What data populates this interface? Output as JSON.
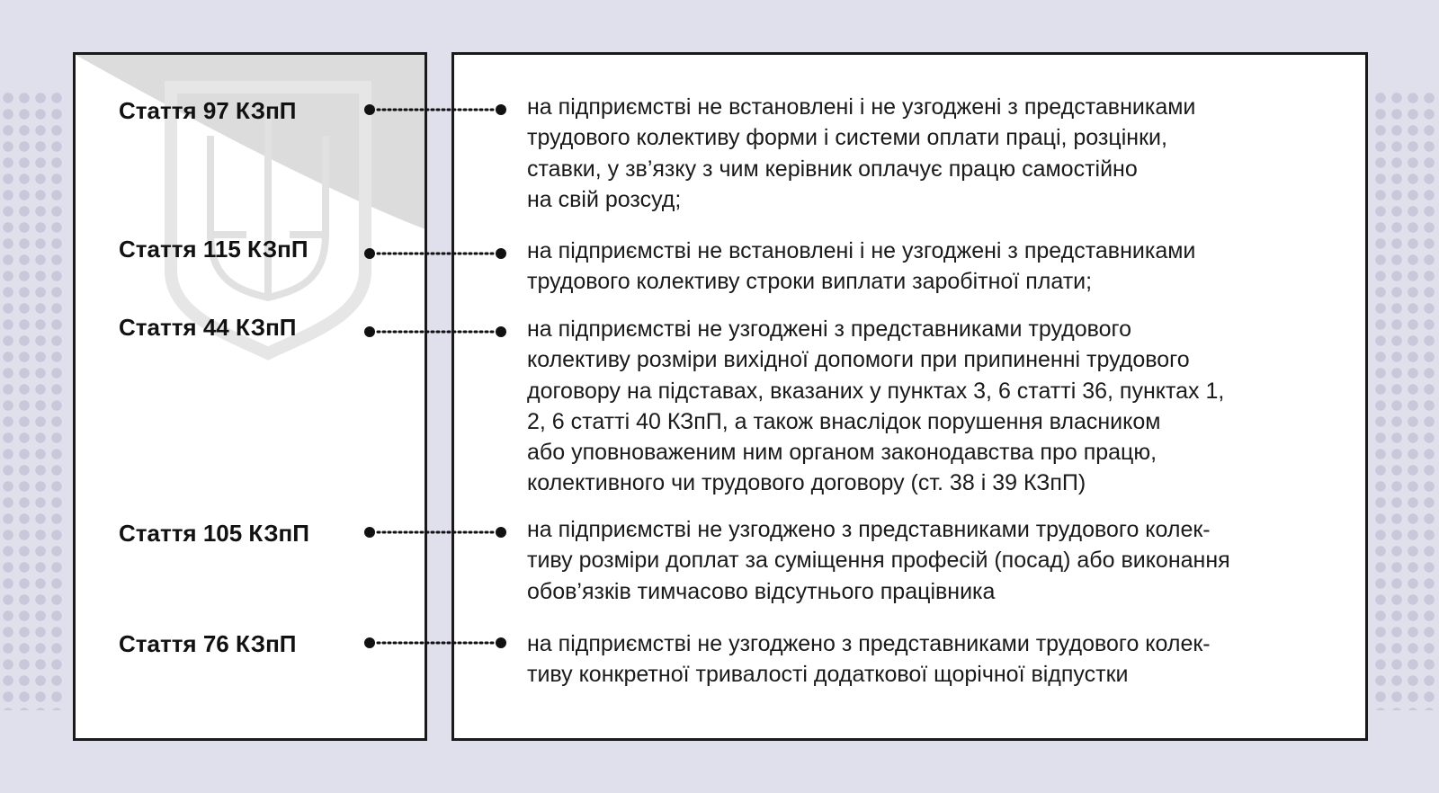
{
  "rows": [
    {
      "article": "Стаття 97 КЗпП",
      "lines": [
        "на підприємстві не встановлені і не узгоджені з представниками",
        "трудового колективу форми і системи оплати праці, розцінки,",
        "ставки, у зв’язку з чим керівник оплачує працю самостійно",
        "на свій розсуд;"
      ]
    },
    {
      "article": "Стаття 115 КЗпП",
      "lines": [
        "на підприємстві не встановлені і не узгоджені з представниками",
        "трудового колективу строки виплати заробітної плати;"
      ]
    },
    {
      "article": "Стаття 44 КЗпП",
      "lines": [
        "на підприємстві не узгоджені з представниками трудового",
        "колективу розміри вихідної допомоги при припиненні трудового",
        "договору на підставах, вказаних у пунктах 3, 6 статті 36, пунктах 1,",
        "2, 6 статті 40 КЗпП, а також внаслідок порушення власником",
        "або уповноваженим ним органом законодавства про працю,",
        "колективного чи трудового договору (ст. 38 і 39 КЗпП)"
      ]
    },
    {
      "article": "Стаття 105 КЗпП",
      "lines": [
        "на підприємстві не узгоджено з представниками трудового колек-",
        "тиву розміри доплат за суміщення професій (посад) або виконання",
        "обов’язків тимчасово відсутнього працівника"
      ]
    },
    {
      "article": "Стаття 76 КЗпП",
      "lines": [
        "на підприємстві не узгоджено з представниками трудового колек-",
        "тиву конкретної тривалості додаткової щорічної відпустки"
      ]
    }
  ]
}
